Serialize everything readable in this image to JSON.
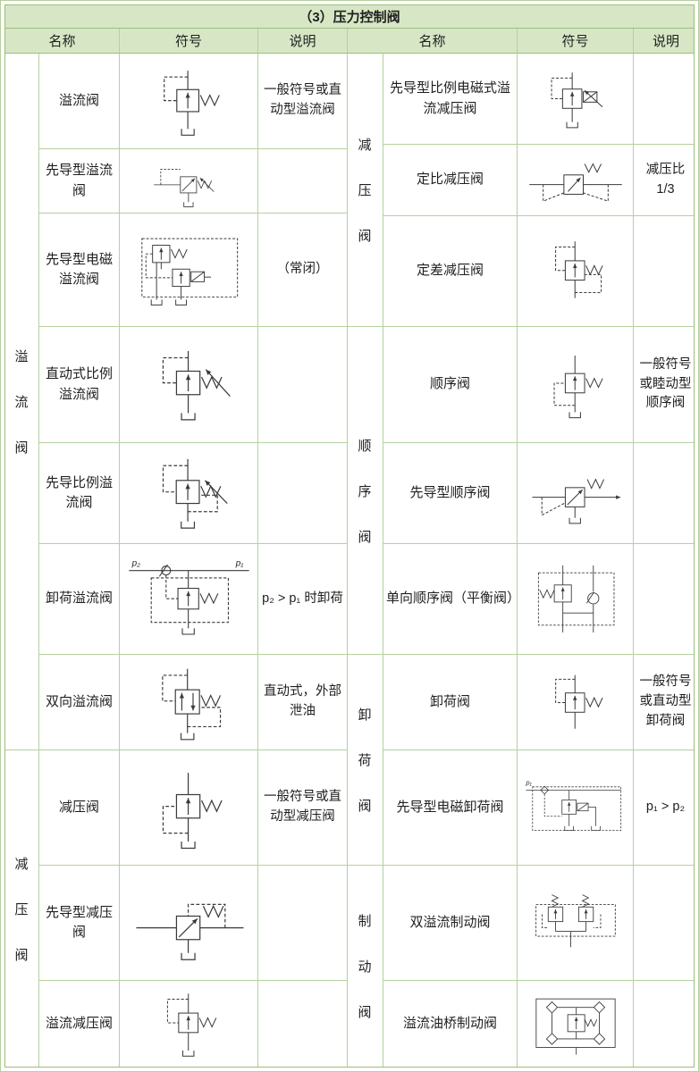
{
  "title": "（3）压力控制阀",
  "headers": {
    "name": "名称",
    "symbol": "符号",
    "desc": "说明"
  },
  "colors": {
    "header_bg": "#d7e7c5",
    "border": "#b4d19e",
    "outer_border": "#9cbd7e",
    "text": "#1f1f1f"
  },
  "left": {
    "groups": [
      {
        "label": "溢流阀",
        "start": 0,
        "end": 6
      },
      {
        "label": "减压阀",
        "start": 7,
        "end": 9
      }
    ],
    "rows": [
      {
        "name": "溢流阀",
        "symbol": "relief-direct",
        "desc": "一般符号或直动型溢流阀",
        "h": 107
      },
      {
        "name": "先导型溢流阀",
        "symbol": "relief-pilot",
        "desc": "",
        "h": 72
      },
      {
        "name": "先导型电磁溢流阀",
        "symbol": "relief-solenoid",
        "desc": "（常闭）",
        "h": 127
      },
      {
        "name": "直动式比例溢流阀",
        "symbol": "relief-proportional-direct",
        "desc": "",
        "h": 130
      },
      {
        "name": "先导比例溢流阀",
        "symbol": "relief-proportional-pilot",
        "desc": "",
        "h": 113
      },
      {
        "name": "卸荷溢流阀",
        "symbol": "unloading-relief",
        "desc": "p₂ > p₁ 时卸荷",
        "h": 124,
        "symbol_labels": [
          "p₂",
          "p₁"
        ]
      },
      {
        "name": "双向溢流阀",
        "symbol": "bidirectional-relief",
        "desc": "直动式，外部泄油",
        "h": 107
      },
      {
        "name": "减压阀",
        "symbol": "reducing-direct",
        "desc": "一般符号或直动型减压阀",
        "h": 129
      },
      {
        "name": "先导型减压阀",
        "symbol": "reducing-pilot",
        "desc": "",
        "h": 129
      },
      {
        "name": "溢流减压阀",
        "symbol": "relief-reducing",
        "desc": "",
        "h": 97
      }
    ]
  },
  "right": {
    "groups": [
      {
        "label": "减压阀",
        "start": 0,
        "end": 2
      },
      {
        "label": "顺序阀",
        "start": 3,
        "end": 5
      },
      {
        "label": "卸荷阀",
        "start": 6,
        "end": 7
      },
      {
        "label": "制动阀",
        "start": 8,
        "end": 9
      }
    ],
    "rows": [
      {
        "name": "先导型比例电磁式溢流减压阀",
        "symbol": "proportional-solenoid-relief-reducing",
        "desc": "",
        "h": 102
      },
      {
        "name": "定比减压阀",
        "symbol": "fixed-ratio-reducing",
        "desc": "减压比 1/3",
        "h": 80
      },
      {
        "name": "定差减压阀",
        "symbol": "fixed-differential-reducing",
        "desc": "",
        "h": 124
      },
      {
        "name": "顺序阀",
        "symbol": "sequence-direct",
        "desc": "一般符号或睦动型顺序阀",
        "h": 130
      },
      {
        "name": "先导型顺序阀",
        "symbol": "sequence-pilot",
        "desc": "",
        "h": 113
      },
      {
        "name": "单向顺序阀（平衡阀）",
        "symbol": "one-way-sequence",
        "desc": "",
        "h": 124
      },
      {
        "name": "卸荷阀",
        "symbol": "unloading-direct",
        "desc": "一般符号或直动型卸荷阀",
        "h": 107
      },
      {
        "name": "先导型电磁卸荷阀",
        "symbol": "solenoid-unloading",
        "desc": "p₁ > p₂",
        "h": 129,
        "symbol_labels": [
          "p₁"
        ]
      },
      {
        "name": "双溢流制动阀",
        "symbol": "double-relief-brake",
        "desc": "",
        "h": 129
      },
      {
        "name": "溢流油桥制动阀",
        "symbol": "relief-bridge-brake",
        "desc": "",
        "h": 97
      }
    ]
  }
}
